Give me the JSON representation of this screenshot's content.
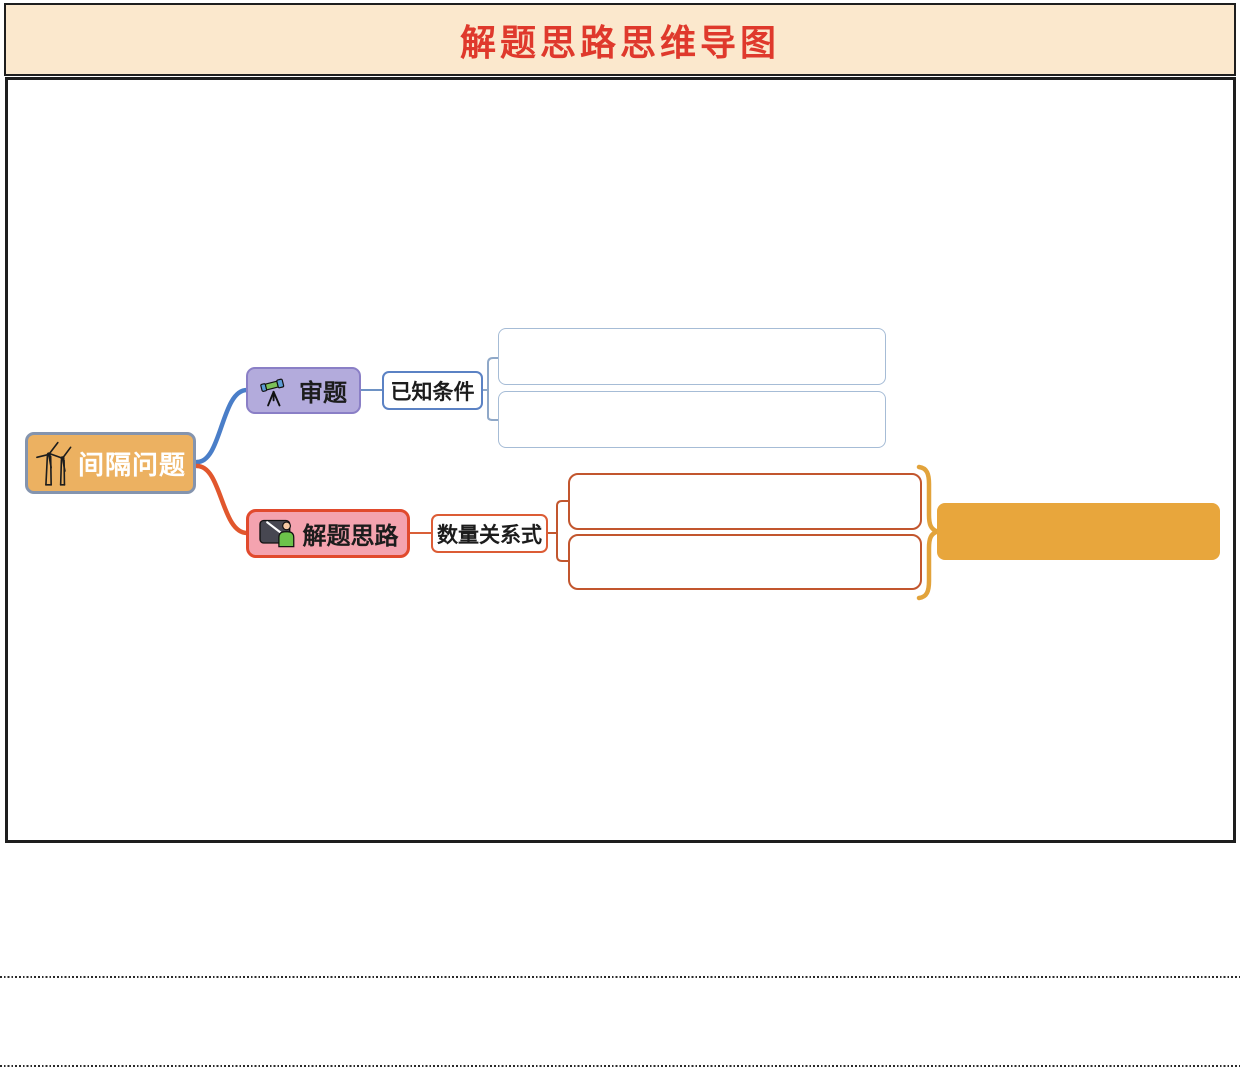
{
  "header": {
    "title": "解题思路思维导图"
  },
  "mindmap": {
    "root": {
      "label": "间隔问题",
      "icon": "wind-turbine-icon"
    },
    "branches": [
      {
        "label": "审题",
        "icon": "telescope-icon",
        "sub_label": "已知条件",
        "answer_boxes": [
          "",
          ""
        ]
      },
      {
        "label": "解题思路",
        "icon": "blackboard-icon",
        "sub_label": "数量关系式",
        "answer_boxes": [
          "",
          ""
        ],
        "summary_box": ""
      }
    ]
  },
  "colors": {
    "banner_bg": "#FBE8CD",
    "title_red": "#DF392C",
    "frame_border": "#1E1E1E",
    "root_fill": "#ECB161",
    "root_border": "#8494AE",
    "branch1_fill": "#B3ABDC",
    "branch1_border": "#8A7FC6",
    "branch1_line": "#4A7EC8",
    "sub1_border": "#5B82C4",
    "answer_box1_border": "#A6BCD6",
    "branch2_fill": "#F4A3AF",
    "branch2_border": "#E14A2D",
    "branch2_line": "#E1572D",
    "sub2_border": "#DC5C35",
    "answer_box2_border": "#C2562E",
    "summary_fill": "#E8A63C",
    "brace_color": "#E2A33B"
  }
}
